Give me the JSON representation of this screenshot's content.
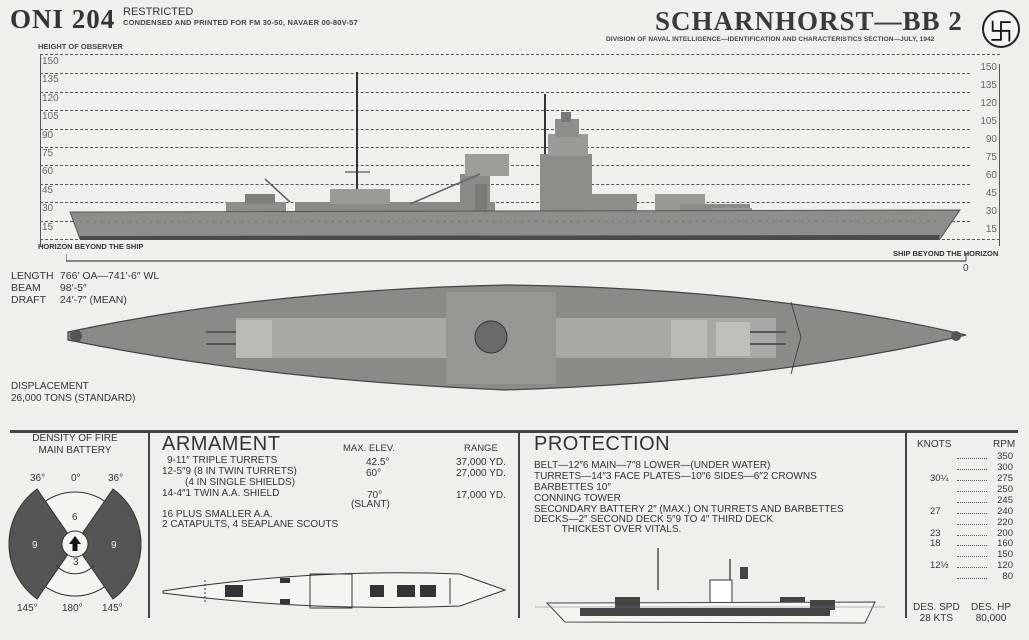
{
  "header": {
    "designation": "ONI 204",
    "classification": "RESTRICTED",
    "condensed_note": "CONDENSED AND PRINTED FOR FM 30-50, NAVAER 00-80V-57",
    "ship_title": "SCHARNHORST—BB 2",
    "division": "DIVISION OF NAVAL INTELLIGENCE—IDENTIFICATION AND CHARACTERISTICS SECTION—JULY, 1942",
    "emblem_icon": "swastika-emblem-icon",
    "emblem_glyph": "卐"
  },
  "elevation_chart": {
    "axis_title": "HEIGHT OF OBSERVER",
    "ticks": [
      "150",
      "135",
      "120",
      "105",
      "90",
      "75",
      "60",
      "45",
      "30",
      "15"
    ],
    "left_label": "HORIZON BEYOND THE SHIP",
    "right_label": "SHIP BEYOND THE HORIZON",
    "zero_label": "0"
  },
  "dimensions": {
    "length_label": "LENGTH",
    "length_value": "766′ OA—741′-6″ WL",
    "beam_label": "BEAM",
    "beam_value": "98′-5″",
    "draft_label": "DRAFT",
    "draft_value": "24′-7″ (MEAN)",
    "displacement_label": "DISPLACEMENT",
    "displacement_value": "26,000 TONS (STANDARD)"
  },
  "density_of_fire": {
    "title_line1": "DENSITY OF FIRE",
    "title_line2": "MAIN BATTERY",
    "angle_top_left": "36°",
    "angle_top": "0°",
    "angle_top_right": "36°",
    "angle_bottom_left": "145°",
    "angle_bottom": "180°",
    "angle_bottom_right": "145°",
    "sector_forward": "6",
    "sector_aft": "3",
    "sector_port": "9",
    "sector_starboard": "9"
  },
  "armament": {
    "title": "ARMAMENT",
    "col_elev": "MAX. ELEV.",
    "col_range": "RANGE",
    "rows": [
      {
        "weapon": "9-11″ TRIPLE TURRETS",
        "elev": "42.5°",
        "range": "37,000 YD."
      },
      {
        "weapon": "12-5″9 (8 IN TWIN TURRETS)",
        "elev": "60°",
        "range": "27,000 YD."
      },
      {
        "weapon": "(4 IN SINGLE SHIELDS)",
        "elev": "",
        "range": ""
      },
      {
        "weapon": "14-4″1 TWIN A.A. SHIELD",
        "elev": "70°",
        "range": "17,000 YD."
      },
      {
        "weapon": "",
        "elev": "(SLANT)",
        "range": ""
      }
    ],
    "extra_1": "16 PLUS SMALLER A.A.",
    "extra_2": "2 CATAPULTS, 4 SEAPLANE SCOUTS"
  },
  "protection": {
    "title": "PROTECTION",
    "lines": [
      "BELT—12″6 MAIN—7″8 LOWER—(UNDER WATER)",
      "TURRETS—14″3 FACE PLATES—10″6 SIDES—6″2 CROWNS",
      "BARBETTES 10″",
      "CONNING TOWER",
      "SECONDARY BATTERY 2″ (MAX.) ON TURRETS AND BARBETTES",
      "DECKS—2″ SECOND DECK 5″9 TO 4″ THIRD DECK",
      "          THICKEST OVER VITALS."
    ]
  },
  "speed_table": {
    "col_knots": "KNOTS",
    "col_rpm": "RPM",
    "rows": [
      {
        "knots": "",
        "rpm": "350"
      },
      {
        "knots": "",
        "rpm": "300"
      },
      {
        "knots": "30¼",
        "rpm": "275"
      },
      {
        "knots": "",
        "rpm": "250"
      },
      {
        "knots": "",
        "rpm": "245"
      },
      {
        "knots": "27",
        "rpm": "240"
      },
      {
        "knots": "",
        "rpm": "220"
      },
      {
        "knots": "23",
        "rpm": "200"
      },
      {
        "knots": "18",
        "rpm": "160"
      },
      {
        "knots": "",
        "rpm": "150"
      },
      {
        "knots": "12½",
        "rpm": "120"
      },
      {
        "knots": "",
        "rpm": "80"
      }
    ],
    "design_speed_label": "DES. SPD",
    "design_speed_value": "28 KTS",
    "design_hp_label": "DES. HP",
    "design_hp_value": "80,000"
  },
  "colors": {
    "paper": "#efefec",
    "ink": "#2a2a2a",
    "hull_grey": "#8a8a86",
    "dark_sector": "#555555"
  }
}
